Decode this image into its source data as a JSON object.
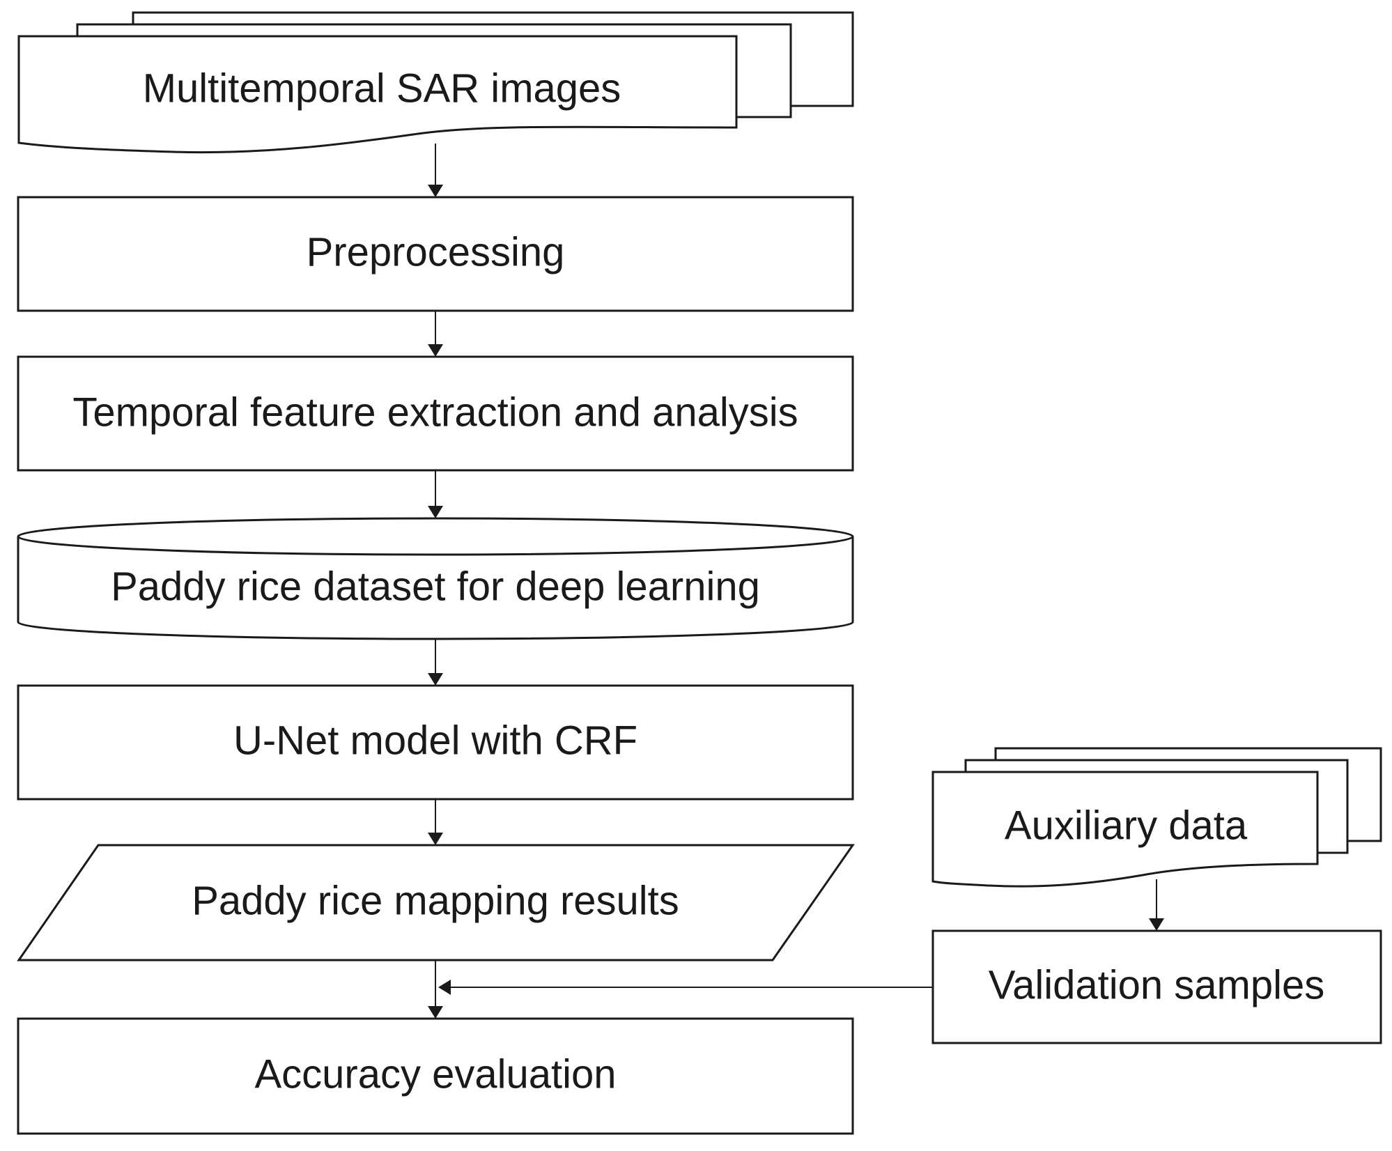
{
  "nodes": {
    "sar_images": "Multitemporal SAR images",
    "preprocessing": "Preprocessing",
    "feature_extraction": "Temporal feature extraction and analysis",
    "dataset": "Paddy rice dataset for deep learning",
    "model": "U-Net model with CRF",
    "mapping_results": "Paddy rice mapping results",
    "accuracy": "Accuracy evaluation",
    "auxiliary": "Auxiliary data",
    "validation": "Validation samples"
  },
  "edges": [
    {
      "from": "sar_images",
      "to": "preprocessing"
    },
    {
      "from": "preprocessing",
      "to": "feature_extraction"
    },
    {
      "from": "feature_extraction",
      "to": "dataset"
    },
    {
      "from": "dataset",
      "to": "model"
    },
    {
      "from": "model",
      "to": "mapping_results"
    },
    {
      "from": "mapping_results",
      "to": "accuracy"
    },
    {
      "from": "auxiliary",
      "to": "validation"
    },
    {
      "from": "validation",
      "to": "accuracy"
    }
  ]
}
